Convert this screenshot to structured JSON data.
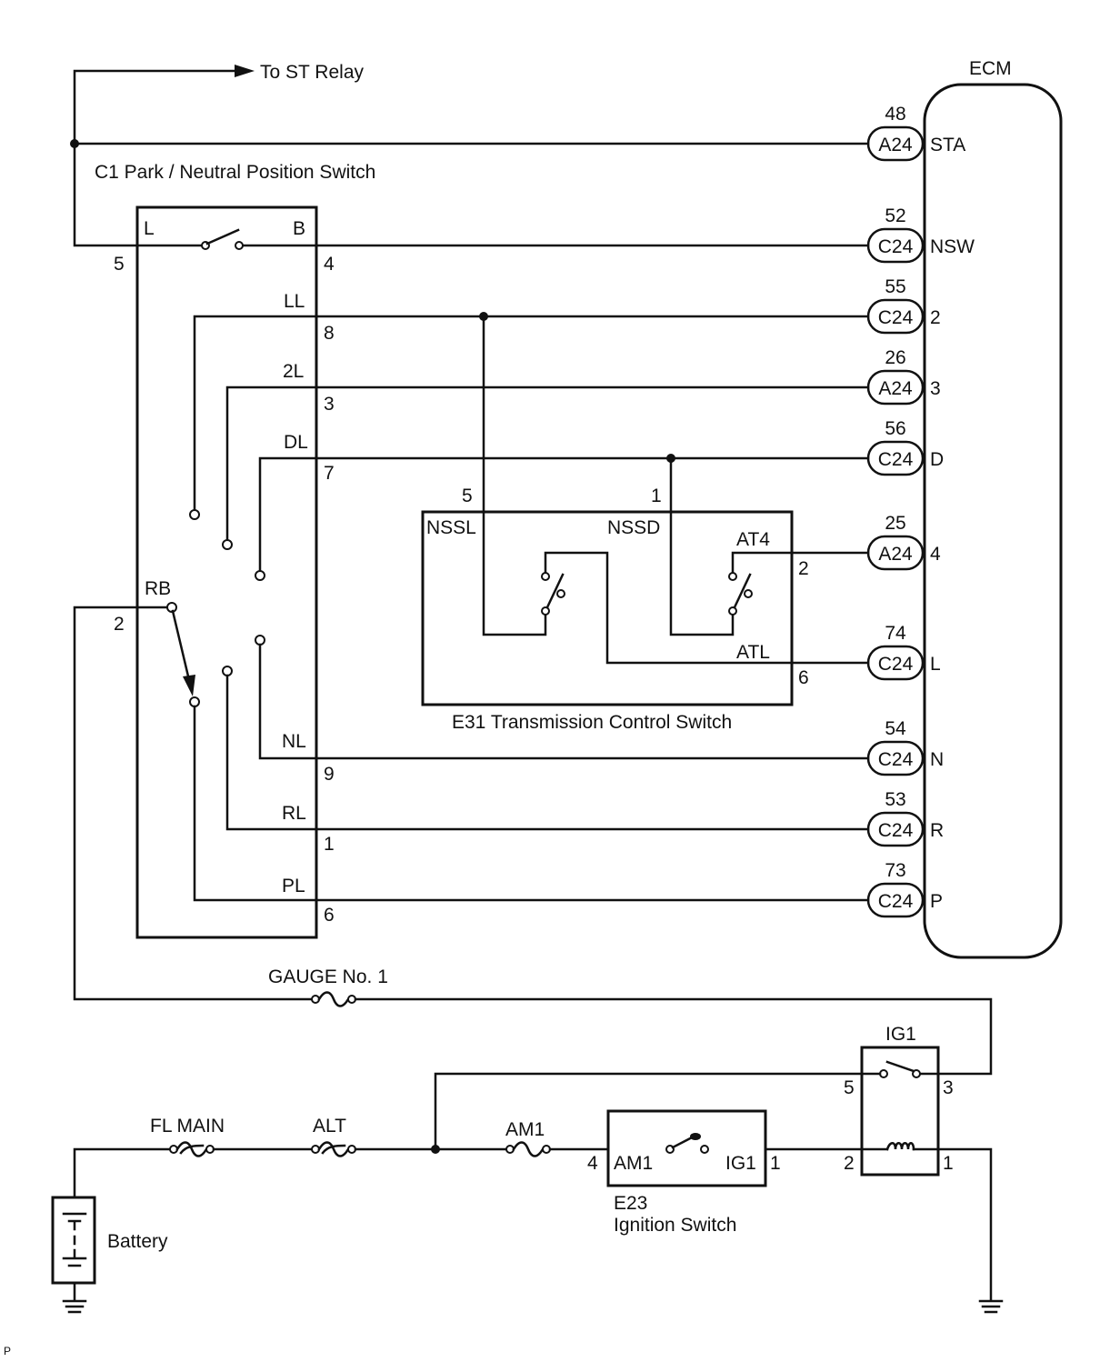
{
  "ecm": {
    "title": "ECM"
  },
  "to_st_relay": "To ST Relay",
  "ecm_pins": [
    {
      "pin": "48",
      "connector": "A24",
      "signal": "STA"
    },
    {
      "pin": "52",
      "connector": "C24",
      "signal": "NSW"
    },
    {
      "pin": "55",
      "connector": "C24",
      "signal": "2"
    },
    {
      "pin": "26",
      "connector": "A24",
      "signal": "3"
    },
    {
      "pin": "56",
      "connector": "C24",
      "signal": "D"
    },
    {
      "pin": "25",
      "connector": "A24",
      "signal": "4"
    },
    {
      "pin": "74",
      "connector": "C24",
      "signal": "L"
    },
    {
      "pin": "54",
      "connector": "C24",
      "signal": "N"
    },
    {
      "pin": "53",
      "connector": "C24",
      "signal": "R"
    },
    {
      "pin": "73",
      "connector": "C24",
      "signal": "P"
    }
  ],
  "pnp_switch": {
    "title": "C1 Park / Neutral Position Switch",
    "terminals": {
      "L": "L",
      "B": "B",
      "pin_l": "5",
      "pin_b": "4",
      "LL": "LL",
      "pin_ll": "8",
      "2L": "2L",
      "pin_2l": "3",
      "DL": "DL",
      "pin_dl": "7",
      "RB": "RB",
      "pin_rb": "2",
      "NL": "NL",
      "pin_nl": "9",
      "RL": "RL",
      "pin_rl": "1",
      "PL": "PL",
      "pin_pl": "6"
    }
  },
  "trans_switch": {
    "title": "E31 Transmission Control Switch",
    "labels": {
      "nssl": "NSSL",
      "nssd": "NSSD",
      "at4": "AT4",
      "atl": "ATL"
    },
    "pins": {
      "nssl": "5",
      "nssd": "1",
      "at4": "2",
      "atl": "6"
    }
  },
  "fuses": {
    "gauge": "GAUGE No. 1",
    "fl_main": "FL MAIN",
    "alt": "ALT",
    "am1": "AM1"
  },
  "ignition_switch": {
    "id": "E23",
    "title": "Ignition Switch",
    "am1_label": "AM1",
    "ig1_label": "IG1",
    "pin_in": "4",
    "pin_out": "1"
  },
  "ig1_relay": {
    "title": "IG1",
    "pin5": "5",
    "pin3": "3",
    "pin2": "2",
    "pin1": "1"
  },
  "battery": {
    "label": "Battery"
  },
  "corner_mark": "P"
}
